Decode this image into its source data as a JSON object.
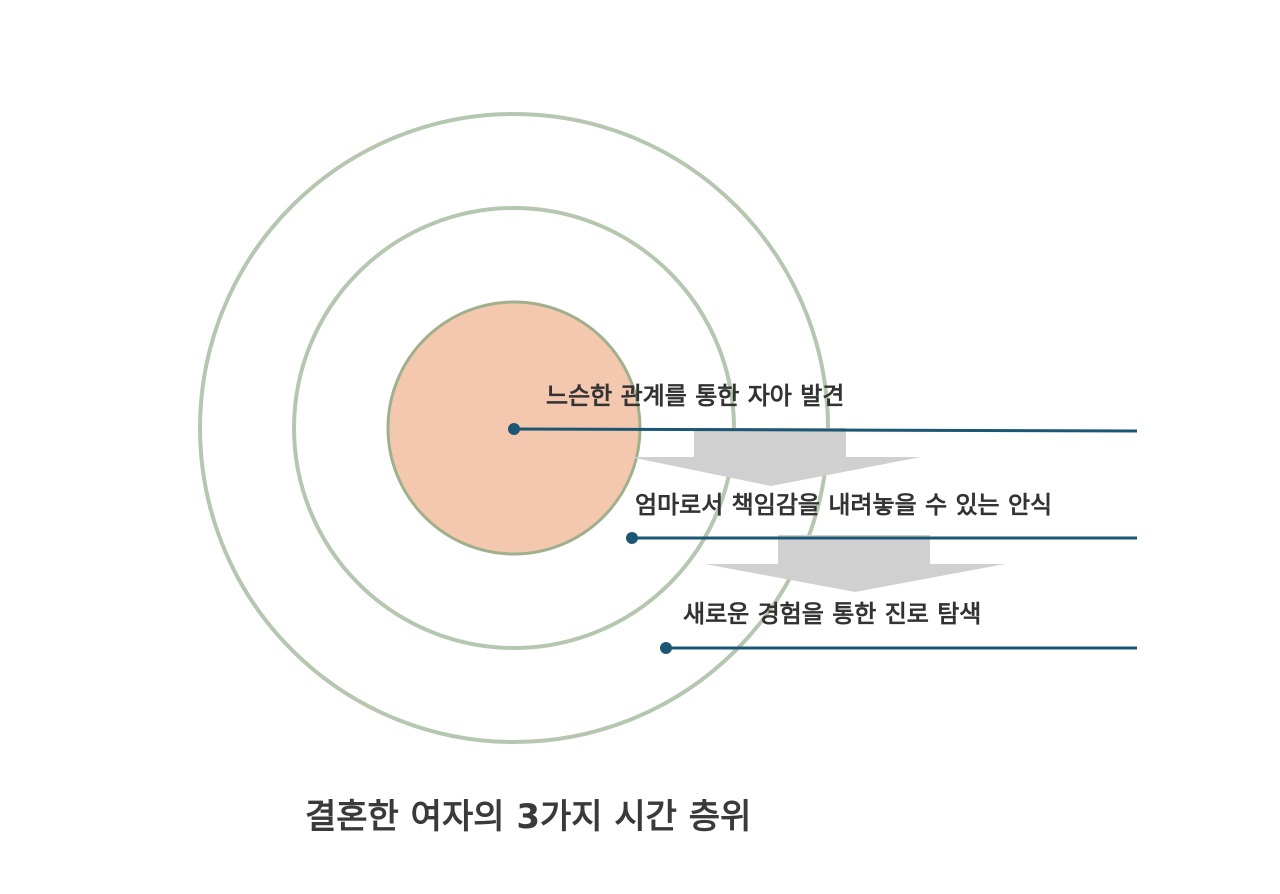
{
  "diagram": {
    "layers": [
      {
        "label": "느슨한 관계를 통한 자아 발견"
      },
      {
        "label": "엄마로서 책임감을 내려놓을 수 있는 안식"
      },
      {
        "label": "새로운 경험을 통한 진로 탐색"
      }
    ],
    "caption": "결혼한 여자의 3가지 시간 층위"
  },
  "colors": {
    "ring": "#b5c7b0",
    "core_fill": "#f4c8ae",
    "core_stroke": "#9fb08c",
    "leader": "#1b5775",
    "arrow": "#d0d0d0",
    "text": "#333333"
  }
}
